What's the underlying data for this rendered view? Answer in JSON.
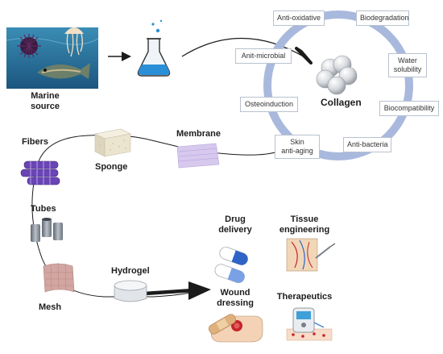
{
  "source": {
    "label": "Marine\nsource"
  },
  "collagen": {
    "label": "Collagen"
  },
  "properties": [
    "Anti-oxidative",
    "Biodegradation",
    "Water\nsolubility",
    "Biocompatibility",
    "Anti-bacteria",
    "Skin\nanti-aging",
    "Osteoinduction",
    "Anit-microbial"
  ],
  "forms": {
    "fibers": "Fibers",
    "sponge": "Sponge",
    "membrane": "Membrane",
    "tubes": "Tubes",
    "mesh": "Mesh",
    "hydrogel": "Hydrogel"
  },
  "applications": {
    "drug_delivery": "Drug\ndelivery",
    "tissue_engineering": "Tissue\nengineering",
    "wound_dressing": "Wound\ndressing",
    "therapeutics": "Therapeutics"
  },
  "colors": {
    "ring": "#a9b9dd",
    "sea_top": "#2d7fa8",
    "sea_bottom": "#1f5f8a",
    "flask_liquid": "#2a8fd6",
    "fiber": "#6a45b5",
    "membrane": "#c9b7e6",
    "capsule_blue": "#2f63c8",
    "wound_red": "#c8232a"
  }
}
